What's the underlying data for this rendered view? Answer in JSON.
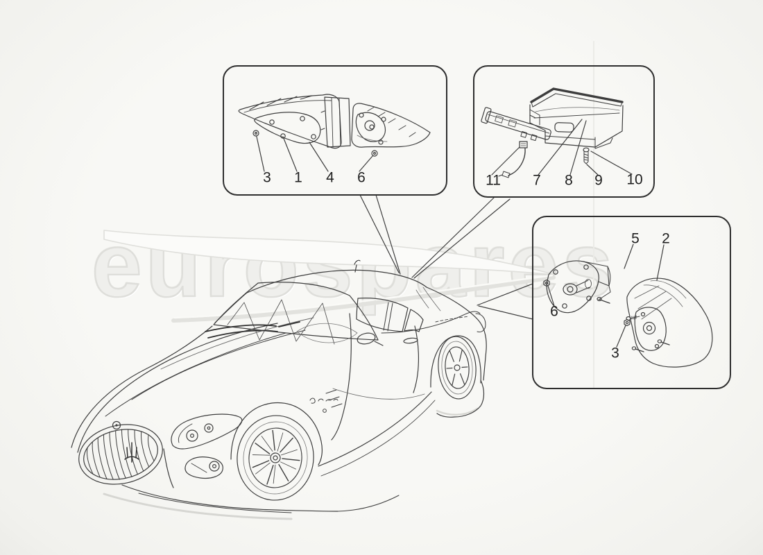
{
  "watermark": {
    "text": "eurospares",
    "color": "#e9e9e6"
  },
  "panels": [
    {
      "name": "taillight-assemblies-panel",
      "callouts": [
        {
          "label": "3"
        },
        {
          "label": "1"
        },
        {
          "label": "4"
        },
        {
          "label": "6"
        }
      ]
    },
    {
      "name": "third-brake-light-panel",
      "callouts": [
        {
          "label": "11"
        },
        {
          "label": "7"
        },
        {
          "label": "8"
        },
        {
          "label": "9"
        },
        {
          "label": "10"
        }
      ]
    },
    {
      "name": "taillight-rear-detail-panel",
      "callouts": [
        {
          "label": "5"
        },
        {
          "label": "2"
        },
        {
          "label": "6"
        },
        {
          "label": "3"
        }
      ]
    }
  ],
  "colors": {
    "line": "#3d3d3d",
    "panel_border": "#2e2e2e",
    "callout_text": "#1f1f1f",
    "watermark": "#e9e9e6",
    "background": "#f7f7f4"
  }
}
